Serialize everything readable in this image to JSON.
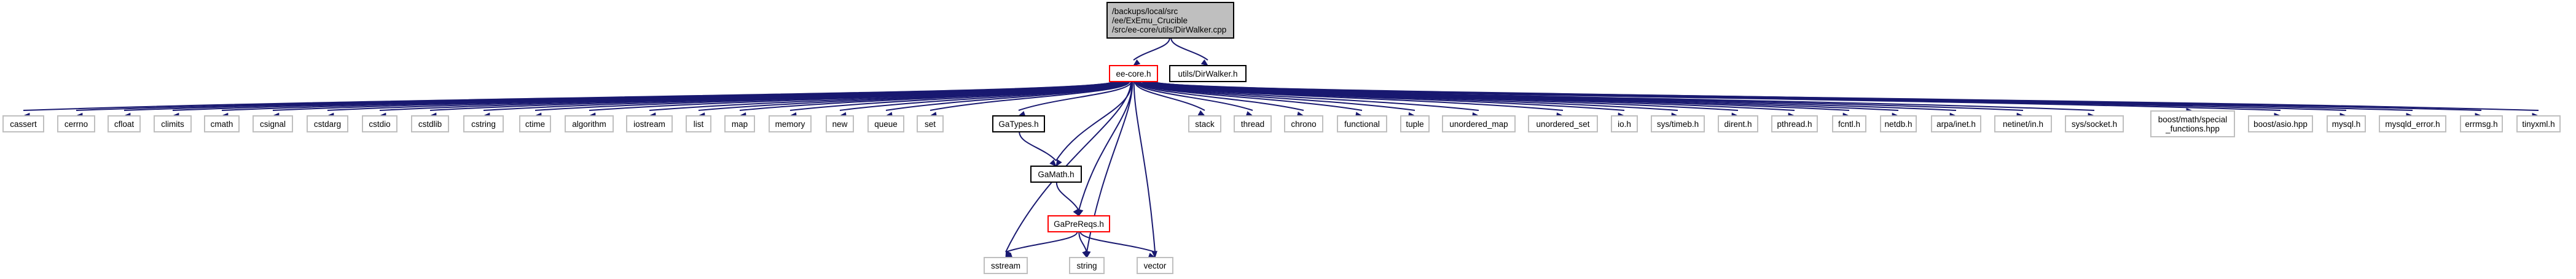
{
  "diagram": {
    "type": "include-dependency-graph",
    "colors": {
      "edge": "#191970",
      "root_fill": "#bfbfbf",
      "red_border": "#ff0000",
      "default_border": "#000000",
      "system_border": "#bfbfbf"
    },
    "nodes": [
      {
        "id": "root",
        "label_lines": [
          "/backups/local/src",
          "/ee/ExEmu_Crucible",
          "/src/ee-core/utils/DirWalker.cpp"
        ],
        "style": "root"
      },
      {
        "id": "ee_core",
        "label_lines": [
          "ee-core.h"
        ],
        "style": "red"
      },
      {
        "id": "dirwalker",
        "label_lines": [
          "utils/DirWalker.h"
        ],
        "style": "black"
      },
      {
        "id": "cassert",
        "label_lines": [
          "cassert"
        ],
        "style": "system"
      },
      {
        "id": "cerrno",
        "label_lines": [
          "cerrno"
        ],
        "style": "system"
      },
      {
        "id": "cfloat",
        "label_lines": [
          "cfloat"
        ],
        "style": "system"
      },
      {
        "id": "climits",
        "label_lines": [
          "climits"
        ],
        "style": "system"
      },
      {
        "id": "cmath",
        "label_lines": [
          "cmath"
        ],
        "style": "system"
      },
      {
        "id": "csignal",
        "label_lines": [
          "csignal"
        ],
        "style": "system"
      },
      {
        "id": "cstdarg",
        "label_lines": [
          "cstdarg"
        ],
        "style": "system"
      },
      {
        "id": "cstdio",
        "label_lines": [
          "cstdio"
        ],
        "style": "system"
      },
      {
        "id": "cstdlib",
        "label_lines": [
          "cstdlib"
        ],
        "style": "system"
      },
      {
        "id": "cstring",
        "label_lines": [
          "cstring"
        ],
        "style": "system"
      },
      {
        "id": "ctime",
        "label_lines": [
          "ctime"
        ],
        "style": "system"
      },
      {
        "id": "algorithm",
        "label_lines": [
          "algorithm"
        ],
        "style": "system"
      },
      {
        "id": "iostream",
        "label_lines": [
          "iostream"
        ],
        "style": "system"
      },
      {
        "id": "list",
        "label_lines": [
          "list"
        ],
        "style": "system"
      },
      {
        "id": "map",
        "label_lines": [
          "map"
        ],
        "style": "system"
      },
      {
        "id": "memory",
        "label_lines": [
          "memory"
        ],
        "style": "system"
      },
      {
        "id": "new",
        "label_lines": [
          "new"
        ],
        "style": "system"
      },
      {
        "id": "queue",
        "label_lines": [
          "queue"
        ],
        "style": "system"
      },
      {
        "id": "set",
        "label_lines": [
          "set"
        ],
        "style": "system"
      },
      {
        "id": "gatypes",
        "label_lines": [
          "GaTypes.h"
        ],
        "style": "black"
      },
      {
        "id": "stack",
        "label_lines": [
          "stack"
        ],
        "style": "system"
      },
      {
        "id": "thread",
        "label_lines": [
          "thread"
        ],
        "style": "system"
      },
      {
        "id": "chrono",
        "label_lines": [
          "chrono"
        ],
        "style": "system"
      },
      {
        "id": "functional",
        "label_lines": [
          "functional"
        ],
        "style": "system"
      },
      {
        "id": "tuple",
        "label_lines": [
          "tuple"
        ],
        "style": "system"
      },
      {
        "id": "unordered_map",
        "label_lines": [
          "unordered_map"
        ],
        "style": "system"
      },
      {
        "id": "unordered_set",
        "label_lines": [
          "unordered_set"
        ],
        "style": "system"
      },
      {
        "id": "io_h",
        "label_lines": [
          "io.h"
        ],
        "style": "system"
      },
      {
        "id": "timeb",
        "label_lines": [
          "sys/timeb.h"
        ],
        "style": "system"
      },
      {
        "id": "dirent",
        "label_lines": [
          "dirent.h"
        ],
        "style": "system"
      },
      {
        "id": "pthread",
        "label_lines": [
          "pthread.h"
        ],
        "style": "system"
      },
      {
        "id": "fcntl",
        "label_lines": [
          "fcntl.h"
        ],
        "style": "system"
      },
      {
        "id": "netdb",
        "label_lines": [
          "netdb.h"
        ],
        "style": "system"
      },
      {
        "id": "arpa_inet",
        "label_lines": [
          "arpa/inet.h"
        ],
        "style": "system"
      },
      {
        "id": "netinet_in",
        "label_lines": [
          "netinet/in.h"
        ],
        "style": "system"
      },
      {
        "id": "sys_socket",
        "label_lines": [
          "sys/socket.h"
        ],
        "style": "system"
      },
      {
        "id": "special_functions",
        "label_lines": [
          "boost/math/special",
          "_functions.hpp"
        ],
        "style": "system"
      },
      {
        "id": "asio",
        "label_lines": [
          "boost/asio.hpp"
        ],
        "style": "system"
      },
      {
        "id": "mysql",
        "label_lines": [
          "mysql.h"
        ],
        "style": "system"
      },
      {
        "id": "mysqld_error",
        "label_lines": [
          "mysqld_error.h"
        ],
        "style": "system"
      },
      {
        "id": "errmsg",
        "label_lines": [
          "errmsg.h"
        ],
        "style": "system"
      },
      {
        "id": "tinyxml",
        "label_lines": [
          "tinyxml.h"
        ],
        "style": "system"
      },
      {
        "id": "gamath",
        "label_lines": [
          "GaMath.h"
        ],
        "style": "black"
      },
      {
        "id": "gaprereqs",
        "label_lines": [
          "GaPreReqs.h"
        ],
        "style": "red"
      },
      {
        "id": "sstream",
        "label_lines": [
          "sstream"
        ],
        "style": "system"
      },
      {
        "id": "string",
        "label_lines": [
          "string"
        ],
        "style": "system"
      },
      {
        "id": "vector",
        "label_lines": [
          "vector"
        ],
        "style": "system"
      }
    ],
    "edges": [
      [
        "root",
        "ee_core"
      ],
      [
        "root",
        "dirwalker"
      ],
      [
        "ee_core",
        "cassert"
      ],
      [
        "ee_core",
        "cerrno"
      ],
      [
        "ee_core",
        "cfloat"
      ],
      [
        "ee_core",
        "climits"
      ],
      [
        "ee_core",
        "cmath"
      ],
      [
        "ee_core",
        "csignal"
      ],
      [
        "ee_core",
        "cstdarg"
      ],
      [
        "ee_core",
        "cstdio"
      ],
      [
        "ee_core",
        "cstdlib"
      ],
      [
        "ee_core",
        "cstring"
      ],
      [
        "ee_core",
        "ctime"
      ],
      [
        "ee_core",
        "algorithm"
      ],
      [
        "ee_core",
        "iostream"
      ],
      [
        "ee_core",
        "list"
      ],
      [
        "ee_core",
        "map"
      ],
      [
        "ee_core",
        "memory"
      ],
      [
        "ee_core",
        "new"
      ],
      [
        "ee_core",
        "queue"
      ],
      [
        "ee_core",
        "set"
      ],
      [
        "ee_core",
        "gatypes"
      ],
      [
        "ee_core",
        "gamath"
      ],
      [
        "ee_core",
        "gaprereqs"
      ],
      [
        "ee_core",
        "sstream"
      ],
      [
        "ee_core",
        "string"
      ],
      [
        "ee_core",
        "vector"
      ],
      [
        "ee_core",
        "stack"
      ],
      [
        "ee_core",
        "thread"
      ],
      [
        "ee_core",
        "chrono"
      ],
      [
        "ee_core",
        "functional"
      ],
      [
        "ee_core",
        "tuple"
      ],
      [
        "ee_core",
        "unordered_map"
      ],
      [
        "ee_core",
        "unordered_set"
      ],
      [
        "ee_core",
        "io_h"
      ],
      [
        "ee_core",
        "timeb"
      ],
      [
        "ee_core",
        "dirent"
      ],
      [
        "ee_core",
        "pthread"
      ],
      [
        "ee_core",
        "fcntl"
      ],
      [
        "ee_core",
        "netdb"
      ],
      [
        "ee_core",
        "arpa_inet"
      ],
      [
        "ee_core",
        "netinet_in"
      ],
      [
        "ee_core",
        "sys_socket"
      ],
      [
        "ee_core",
        "special_functions"
      ],
      [
        "ee_core",
        "asio"
      ],
      [
        "ee_core",
        "mysql"
      ],
      [
        "ee_core",
        "mysqld_error"
      ],
      [
        "ee_core",
        "errmsg"
      ],
      [
        "ee_core",
        "tinyxml"
      ],
      [
        "gatypes",
        "gamath"
      ],
      [
        "gamath",
        "gaprereqs"
      ],
      [
        "gaprereqs",
        "sstream"
      ],
      [
        "gaprereqs",
        "string"
      ],
      [
        "gaprereqs",
        "vector"
      ]
    ]
  }
}
